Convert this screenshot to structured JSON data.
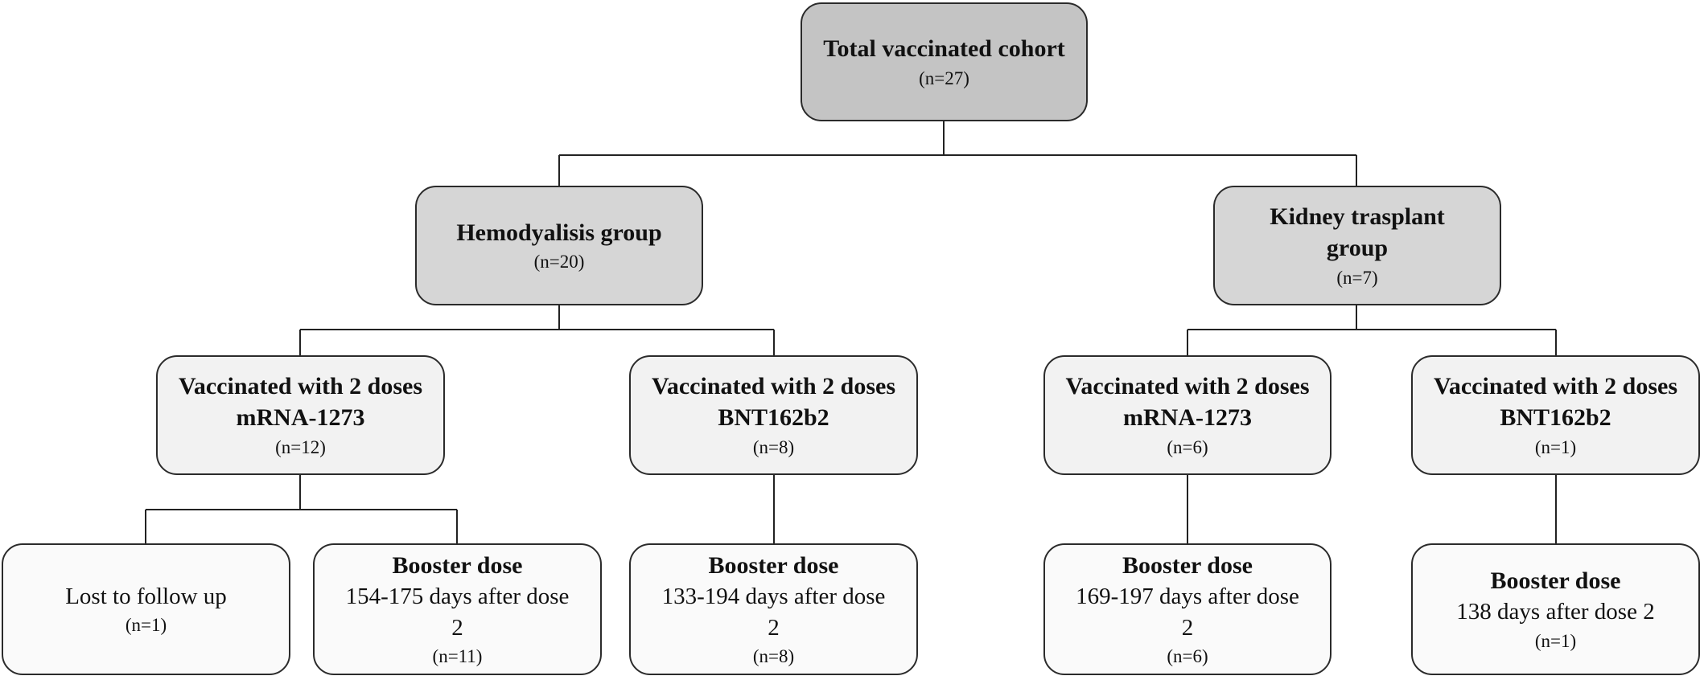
{
  "root": {
    "title": "Total vaccinated cohort",
    "count": "(n=27)"
  },
  "hemodialysis": {
    "title": "Hemodyalisis group",
    "count": "(n=20)",
    "mrna": {
      "title": "Vaccinated with 2 doses mRNA-1273",
      "count": "(n=12)"
    },
    "bnt": {
      "title": "Vaccinated with 2 doses BNT162b2",
      "count": "(n=8)"
    },
    "lost": {
      "body": "Lost to follow up",
      "count": "(n=1)"
    },
    "booster_mrna": {
      "title": "Booster dose",
      "body": "154-175 days after dose 2",
      "count": "(n=11)"
    },
    "booster_bnt": {
      "title": "Booster dose",
      "body": "133-194 days after dose 2",
      "count": "(n=8)"
    }
  },
  "kidney": {
    "title": "Kidney trasplant group",
    "count": "(n=7)",
    "mrna": {
      "title": "Vaccinated with 2 doses mRNA-1273",
      "count": "(n=6)"
    },
    "bnt": {
      "title": "Vaccinated with 2 doses BNT162b2",
      "count": "(n=1)"
    },
    "booster_mrna": {
      "title": "Booster dose",
      "body": "169-197 days after dose 2",
      "count": "(n=6)"
    },
    "booster_bnt": {
      "title": "Booster dose",
      "body": "138 days after dose 2",
      "count": "(n=1)"
    }
  },
  "colors": {
    "root_fill": "#c4c4c4",
    "group_fill": "#d6d6d6",
    "vaccine_fill": "#f2f2f2",
    "leaf_fill": "#fafafa",
    "line": "#222222"
  }
}
